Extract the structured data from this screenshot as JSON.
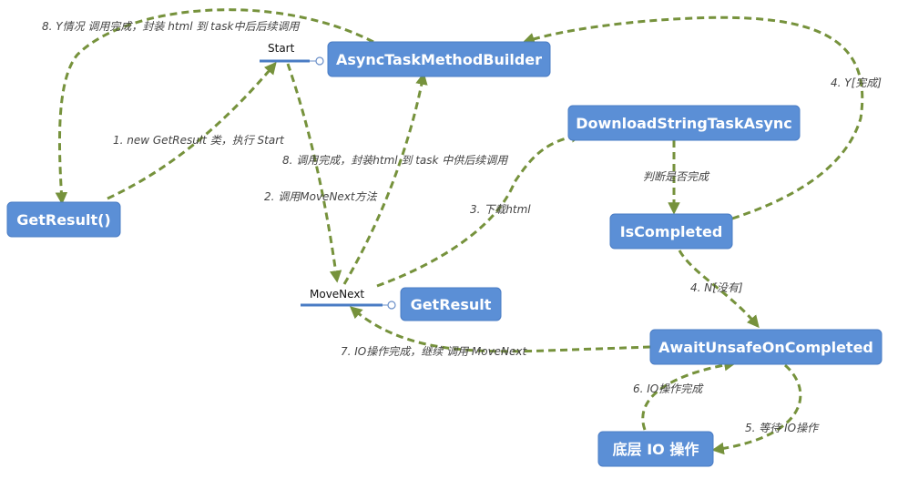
{
  "nodes": {
    "builder": "AsyncTaskMethodBuilder",
    "download": "DownloadStringTaskAsync",
    "getresult_call": "GetResult()",
    "iscompleted": "IsCompleted",
    "getresult": "GetResult",
    "await": "AwaitUnsafeOnCompleted",
    "io": "底层 IO 操作"
  },
  "markers": {
    "start": "Start",
    "movenext": "MoveNext"
  },
  "edges": {
    "e1": "1. new GetResult 类，执行 Start",
    "e2": "2. 调用MoveNext方法",
    "e3": "3. 下载html",
    "e4": "4. Y[完成]",
    "e4n": "4. N[没有]",
    "e5": "5. 等待 IO操作",
    "e6": "6. IO操作完成",
    "e7": "7. IO操作完成，继续 调用 MoveNext",
    "e8a": "8. 调用完成，封装html 到 task 中供后续调用",
    "e8b": "8. Y情况 调用完成，封装 html 到 task中后后续调用",
    "judge": "判断是否完成"
  },
  "colors": {
    "node_fill": "#5b8fd6",
    "edge": "#76923c"
  }
}
